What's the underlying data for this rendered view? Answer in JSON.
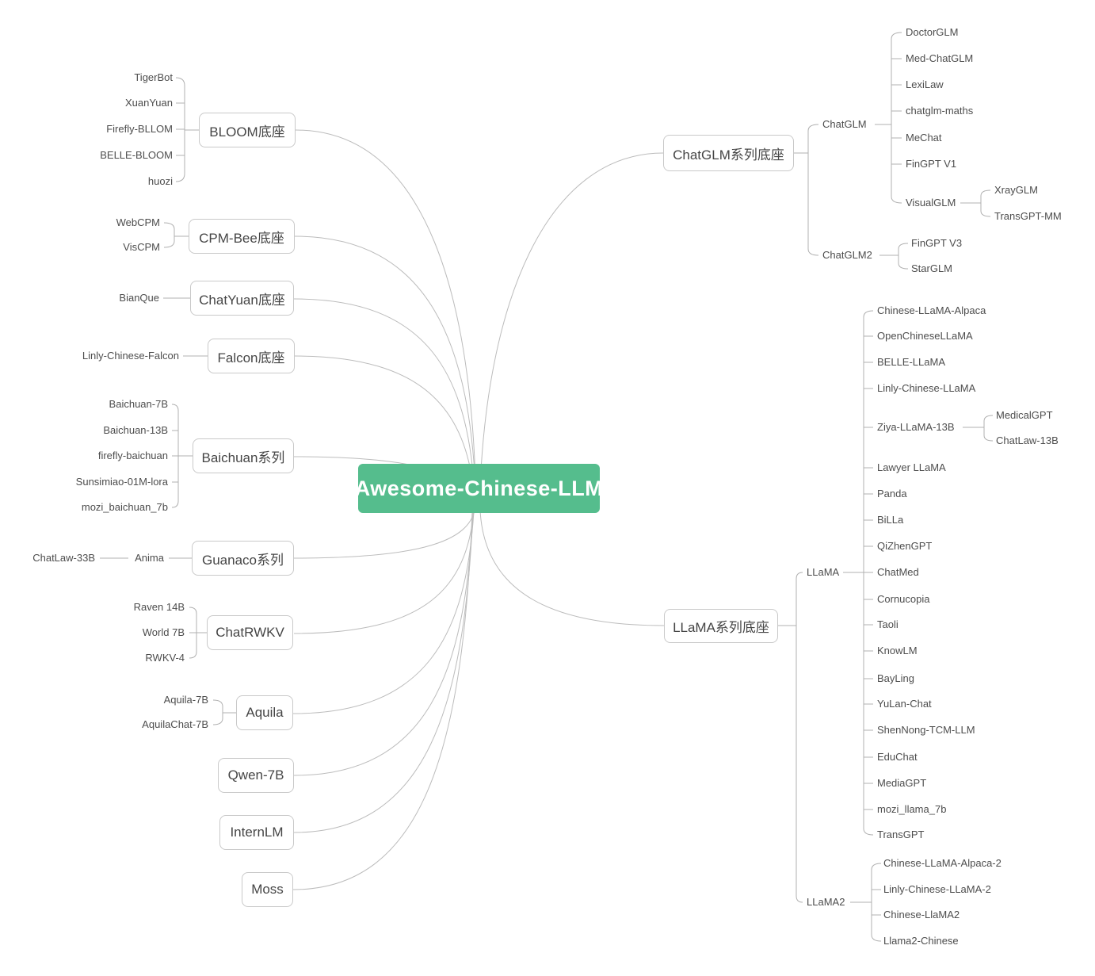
{
  "colors": {
    "accent": "#55bd8d",
    "curve_line": "#bcbcbc",
    "bracket_line": "#b0b0b0",
    "box_border": "#c9c9c9",
    "box_text": "#454545",
    "leaf_text": "#4d4d4d"
  },
  "root": {
    "label": "Awesome-Chinese-LLM"
  },
  "left_branches": [
    {
      "label": "BLOOM底座",
      "children": [
        {
          "label": "TigerBot"
        },
        {
          "label": "XuanYuan"
        },
        {
          "label": "Firefly-BLLOM"
        },
        {
          "label": "BELLE-BLOOM"
        },
        {
          "label": "huozi"
        }
      ]
    },
    {
      "label": "CPM-Bee底座",
      "children": [
        {
          "label": "WebCPM"
        },
        {
          "label": "VisCPM"
        }
      ]
    },
    {
      "label": "ChatYuan底座",
      "children": [
        {
          "label": "BianQue"
        }
      ]
    },
    {
      "label": "Falcon底座",
      "children": [
        {
          "label": "Linly-Chinese-Falcon"
        }
      ]
    },
    {
      "label": "Baichuan系列",
      "children": [
        {
          "label": "Baichuan-7B"
        },
        {
          "label": "Baichuan-13B"
        },
        {
          "label": "firefly-baichuan"
        },
        {
          "label": "Sunsimiao-01M-lora"
        },
        {
          "label": "mozi_baichuan_7b"
        }
      ]
    },
    {
      "label": "Guanaco系列",
      "children": [
        {
          "label": "Anima",
          "children": [
            {
              "label": "ChatLaw-33B"
            }
          ]
        }
      ]
    },
    {
      "label": "ChatRWKV",
      "children": [
        {
          "label": "Raven 14B"
        },
        {
          "label": "World 7B"
        },
        {
          "label": "RWKV-4"
        }
      ]
    },
    {
      "label": "Aquila",
      "children": [
        {
          "label": "Aquila-7B"
        },
        {
          "label": "AquilaChat-7B"
        }
      ]
    },
    {
      "label": "Qwen-7B",
      "children": []
    },
    {
      "label": "InternLM",
      "children": []
    },
    {
      "label": "Moss",
      "children": []
    }
  ],
  "right_branches": [
    {
      "label": "ChatGLM系列底座",
      "children": [
        {
          "label": "ChatGLM",
          "children": [
            {
              "label": "DoctorGLM"
            },
            {
              "label": "Med-ChatGLM"
            },
            {
              "label": "LexiLaw"
            },
            {
              "label": "chatglm-maths"
            },
            {
              "label": "MeChat"
            },
            {
              "label": "FinGPT V1"
            },
            {
              "label": "VisualGLM",
              "children": [
                {
                  "label": "XrayGLM"
                },
                {
                  "label": "TransGPT-MM"
                }
              ]
            }
          ]
        },
        {
          "label": "ChatGLM2",
          "children": [
            {
              "label": "FinGPT V3"
            },
            {
              "label": "StarGLM"
            }
          ]
        }
      ]
    },
    {
      "label": "LLaMA系列底座",
      "children": [
        {
          "label": "LLaMA",
          "children": [
            {
              "label": "Chinese-LLaMA-Alpaca"
            },
            {
              "label": "OpenChineseLLaMA"
            },
            {
              "label": "BELLE-LLaMA"
            },
            {
              "label": "Linly-Chinese-LLaMA"
            },
            {
              "label": "Ziya-LLaMA-13B",
              "children": [
                {
                  "label": "MedicalGPT"
                },
                {
                  "label": "ChatLaw-13B"
                }
              ]
            },
            {
              "label": "Lawyer LLaMA"
            },
            {
              "label": "Panda"
            },
            {
              "label": "BiLLa"
            },
            {
              "label": "QiZhenGPT"
            },
            {
              "label": "ChatMed"
            },
            {
              "label": "Cornucopia"
            },
            {
              "label": "Taoli"
            },
            {
              "label": "KnowLM"
            },
            {
              "label": "BayLing"
            },
            {
              "label": "YuLan-Chat"
            },
            {
              "label": "ShenNong-TCM-LLM"
            },
            {
              "label": "EduChat"
            },
            {
              "label": "MediaGPT"
            },
            {
              "label": "mozi_llama_7b"
            },
            {
              "label": "TransGPT"
            }
          ]
        },
        {
          "label": "LLaMA2",
          "children": [
            {
              "label": "Chinese-LLaMA-Alpaca-2"
            },
            {
              "label": "Linly-Chinese-LLaMA-2"
            },
            {
              "label": "Chinese-LlaMA2"
            },
            {
              "label": "Llama2-Chinese"
            }
          ]
        }
      ]
    }
  ]
}
